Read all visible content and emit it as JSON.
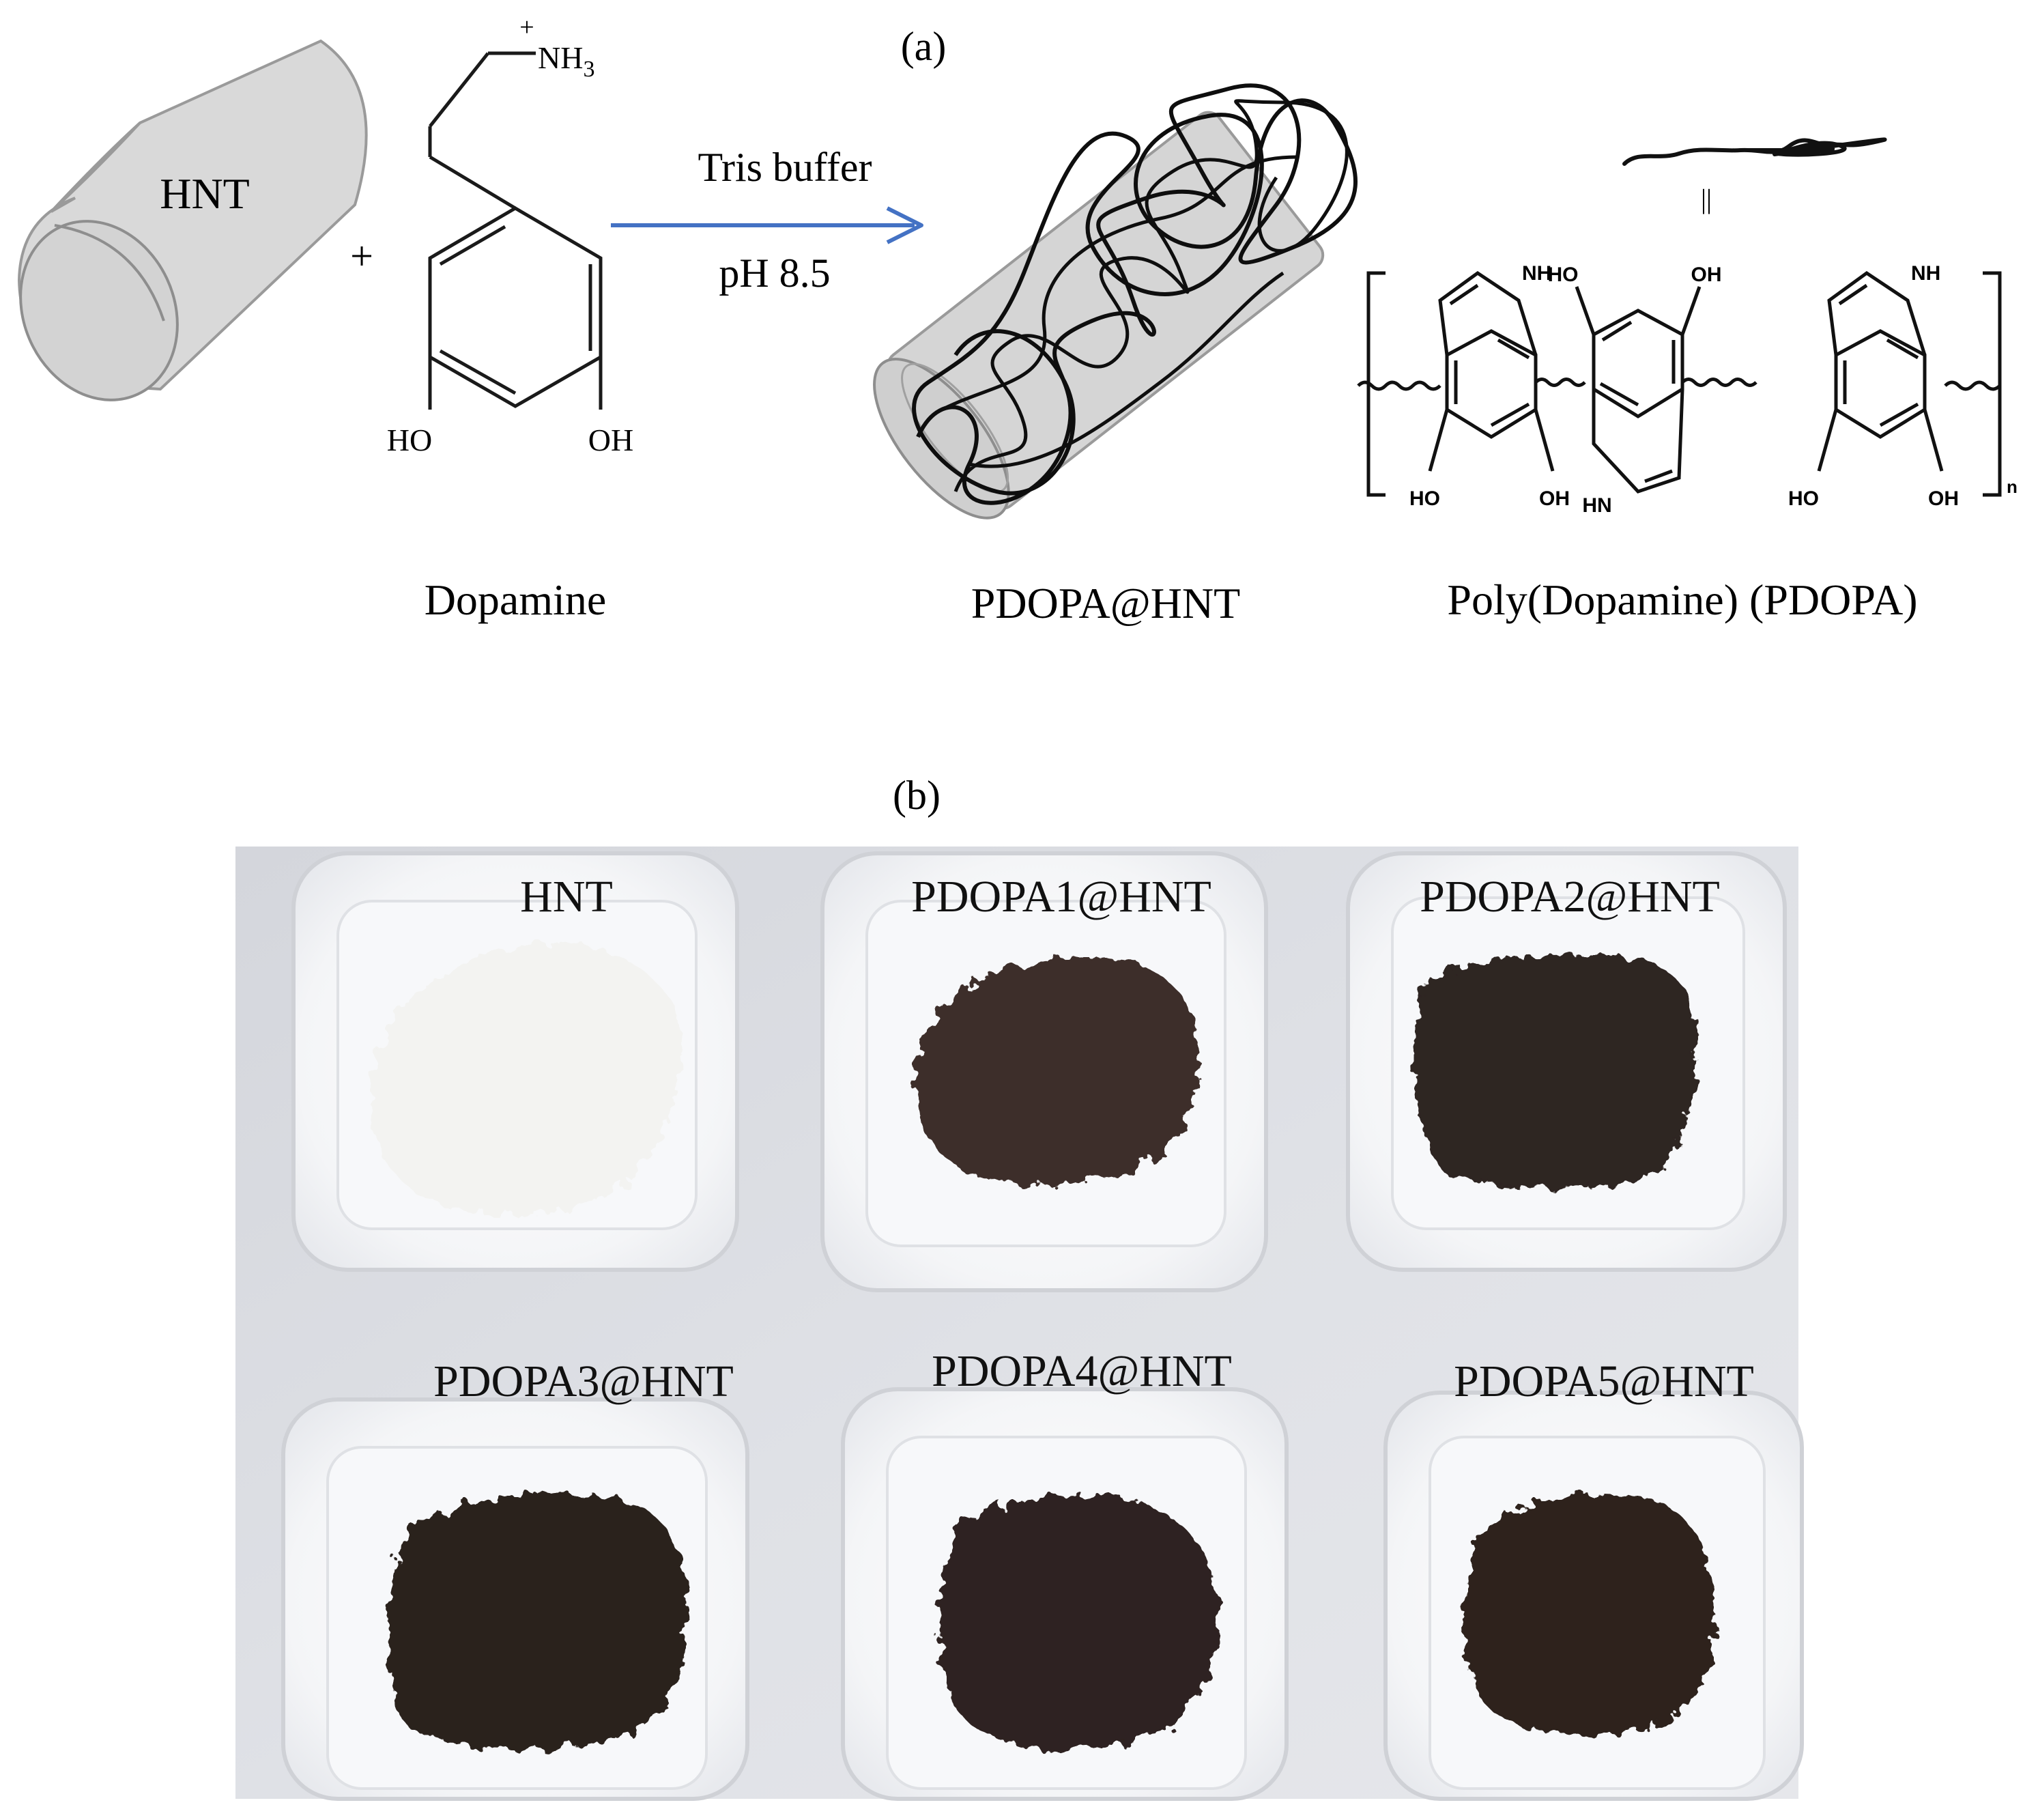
{
  "panel_a": {
    "panel_label": "(a)",
    "hnt_label": "HNT",
    "plus": "+",
    "dopamine": {
      "charge": "+",
      "amine": "NH",
      "amine_sub": "3",
      "ho_left": "HO",
      "oh_right": "OH",
      "name": "Dopamine"
    },
    "arrow": {
      "top_label": "Tris buffer",
      "bottom_label": "pH 8.5",
      "color": "#4472c4"
    },
    "pdopa_hnt_name": "PDOPA@HNT",
    "equals": "||",
    "polymer": {
      "nh_left": "NH",
      "ho_top": "HO",
      "oh_top": "OH",
      "nh_right": "NH",
      "ho_bl": "HO",
      "oh_bl": "OH",
      "hn_mid": "HN",
      "ho_br": "HO",
      "oh_br": "OH",
      "subscript": "n",
      "name": "Poly(Dopamine) (PDOPA)"
    }
  },
  "panel_b": {
    "panel_label": "(b)",
    "samples": [
      {
        "label": "HNT",
        "powder_color": "#f3f3f1"
      },
      {
        "label": "PDOPA1@HNT",
        "powder_color": "#3e2f2a"
      },
      {
        "label": "PDOPA2@HNT",
        "powder_color": "#2f2522"
      },
      {
        "label": "PDOPA3@HNT",
        "powder_color": "#2b211d"
      },
      {
        "label": "PDOPA4@HNT",
        "powder_color": "#2e2420"
      },
      {
        "label": "PDOPA5@HNT",
        "powder_color": "#2d231f"
      }
    ]
  }
}
